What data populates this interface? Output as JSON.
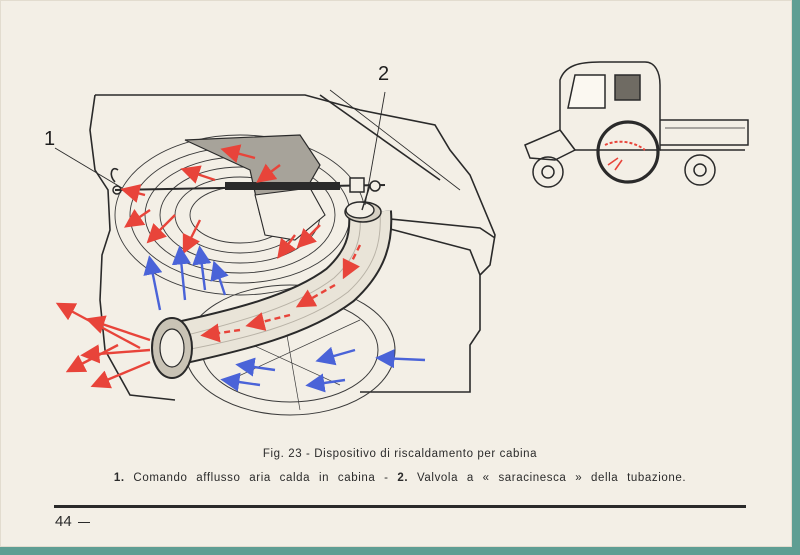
{
  "figure": {
    "label_1": "1",
    "label_2": "2"
  },
  "caption": {
    "title": "Fig. 23 - Dispositivo di riscaldamento per cabina",
    "item1_num": "1.",
    "item1_text": "Comando afflusso aria calda in cabina -",
    "item2_num": "2.",
    "item2_text": "Valvola a « saracinesca » della tubazione."
  },
  "page_number": "44",
  "colors": {
    "hot_air": "#e8443a",
    "cold_air": "#4a63d8",
    "ink": "#2a2a2a"
  }
}
